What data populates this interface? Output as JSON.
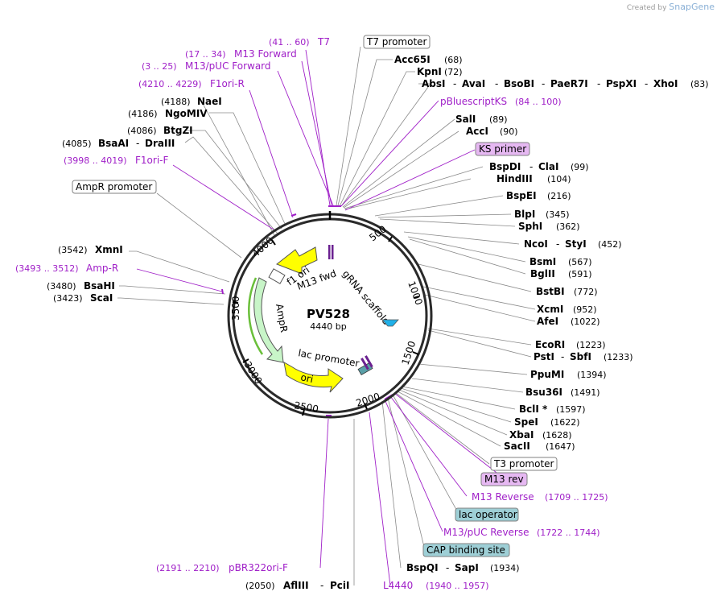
{
  "branding": {
    "created_by": "Created by",
    "app_name": "SnapGene"
  },
  "plasmid": {
    "name": "PV528",
    "length_label": "4440 bp"
  },
  "ticks": [
    "500",
    "1000",
    "1500",
    "2000",
    "2500",
    "3000",
    "3500",
    "4000"
  ],
  "features": {
    "f1_ori": "f1 ori",
    "m13_fwd": "M13 fwd",
    "grna_scaffold": "gRNA scaffold",
    "ampr": "AmpR",
    "lac_promoter": "lac promoter",
    "ori": "ori"
  },
  "labels": {
    "t7": {
      "name": "T7",
      "range": "(41 .. 60)"
    },
    "m13_forward": {
      "name": "M13 Forward",
      "range": "(17 .. 34)"
    },
    "m13_puc_forward": {
      "name": "M13/pUC Forward",
      "range": "(3 .. 25)"
    },
    "f1ori_r": {
      "name": "F1ori-R",
      "range": "(4210 .. 4229)"
    },
    "naei": {
      "name": "NaeI",
      "pos": "(4188)"
    },
    "ngomiv": {
      "name": "NgoMIV",
      "pos": "(4186)"
    },
    "btgzi": {
      "name": "BtgZI",
      "pos": "(4086)"
    },
    "bsaai_draiii": {
      "pos": "(4085)",
      "name1": "BsaAI",
      "sep": "-",
      "name2": "DraIII"
    },
    "f1ori_f": {
      "name": "F1ori-F",
      "range": "(3998 .. 4019)"
    },
    "ampr_promoter": {
      "name": "AmpR promoter"
    },
    "xmni": {
      "pos": "(3542)",
      "name": "XmnI"
    },
    "amp_r": {
      "range": "(3493 .. 3512)",
      "name": "Amp-R"
    },
    "bsahi": {
      "pos": "(3480)",
      "name": "BsaHI"
    },
    "scai": {
      "pos": "(3423)",
      "name": "ScaI"
    },
    "t7_promoter": {
      "name": "T7 promoter"
    },
    "acc65i": {
      "name": "Acc65I",
      "pos": "(68)"
    },
    "kpni": {
      "name": "KpnI",
      "pos": "(72)"
    },
    "absi_group": {
      "names": [
        "AbsI",
        "AvaI",
        "BsoBI",
        "PaeR7I",
        "PspXI",
        "XhoI"
      ],
      "sep": "-",
      "pos": "(83)"
    },
    "pbluescriptks": {
      "name": "pBluescriptKS",
      "range": "(84 .. 100)"
    },
    "sali": {
      "name": "SalI",
      "pos": "(89)"
    },
    "acci": {
      "name": "AccI",
      "pos": "(90)"
    },
    "ks_primer": {
      "name": "KS primer"
    },
    "bspdi_clai": {
      "name1": "BspDI",
      "sep": "-",
      "name2": "ClaI",
      "pos": "(99)"
    },
    "hindiii": {
      "name": "HindIII",
      "pos": "(104)"
    },
    "bspei": {
      "name": "BspEI",
      "pos": "(216)"
    },
    "blpi": {
      "name": "BlpI",
      "pos": "(345)"
    },
    "sphi": {
      "name": "SphI",
      "pos": "(362)"
    },
    "ncoi_styi": {
      "name1": "NcoI",
      "sep": "-",
      "name2": "StyI",
      "pos": "(452)"
    },
    "bsmi": {
      "name": "BsmI",
      "pos": "(567)"
    },
    "bglii": {
      "name": "BglII",
      "pos": "(591)"
    },
    "bstbi": {
      "name": "BstBI",
      "pos": "(772)"
    },
    "xcmi": {
      "name": "XcmI",
      "pos": "(952)"
    },
    "afei": {
      "name": "AfeI",
      "pos": "(1022)"
    },
    "ecori": {
      "name": "EcoRI",
      "pos": "(1223)"
    },
    "psti_sbfi": {
      "name1": "PstI",
      "sep": "-",
      "name2": "SbfI",
      "pos": "(1233)"
    },
    "ppumi": {
      "name": "PpuMI",
      "pos": "(1394)"
    },
    "bsu36i": {
      "name": "Bsu36I",
      "pos": "(1491)"
    },
    "bcli": {
      "name": "BclI *",
      "pos": "(1597)"
    },
    "spei": {
      "name": "SpeI",
      "pos": "(1622)"
    },
    "xbai": {
      "name": "XbaI",
      "pos": "(1628)"
    },
    "sacii": {
      "name": "SacII",
      "pos": "(1647)"
    },
    "t3_promoter": {
      "name": "T3 promoter"
    },
    "m13_rev": {
      "name": "M13 rev"
    },
    "m13_reverse": {
      "name": "M13 Reverse",
      "range": "(1709 .. 1725)"
    },
    "lac_operator": {
      "name": "lac operator"
    },
    "m13_puc_reverse": {
      "name": "M13/pUC Reverse",
      "range": "(1722 .. 1744)"
    },
    "cap_site": {
      "name": "CAP binding site"
    },
    "bspqi_sapi": {
      "name1": "BspQI",
      "sep": "-",
      "name2": "SapI",
      "pos": "(1934)"
    },
    "pbr322ori_f": {
      "range": "(2191 .. 2210)",
      "name": "pBR322ori-F"
    },
    "afliii_pcii": {
      "pos": "(2050)",
      "name1": "AflIII",
      "sep": "-",
      "name2": "PciI"
    },
    "l4440": {
      "name": "L4440",
      "range": "(1940 .. 1957)"
    }
  },
  "colors": {
    "purple": "#a020c8",
    "feature_yellow": "#ffff00",
    "feature_green": "#c8f5c8",
    "blue_marker": "#20b0e8",
    "ring": "#2a2a2a"
  }
}
